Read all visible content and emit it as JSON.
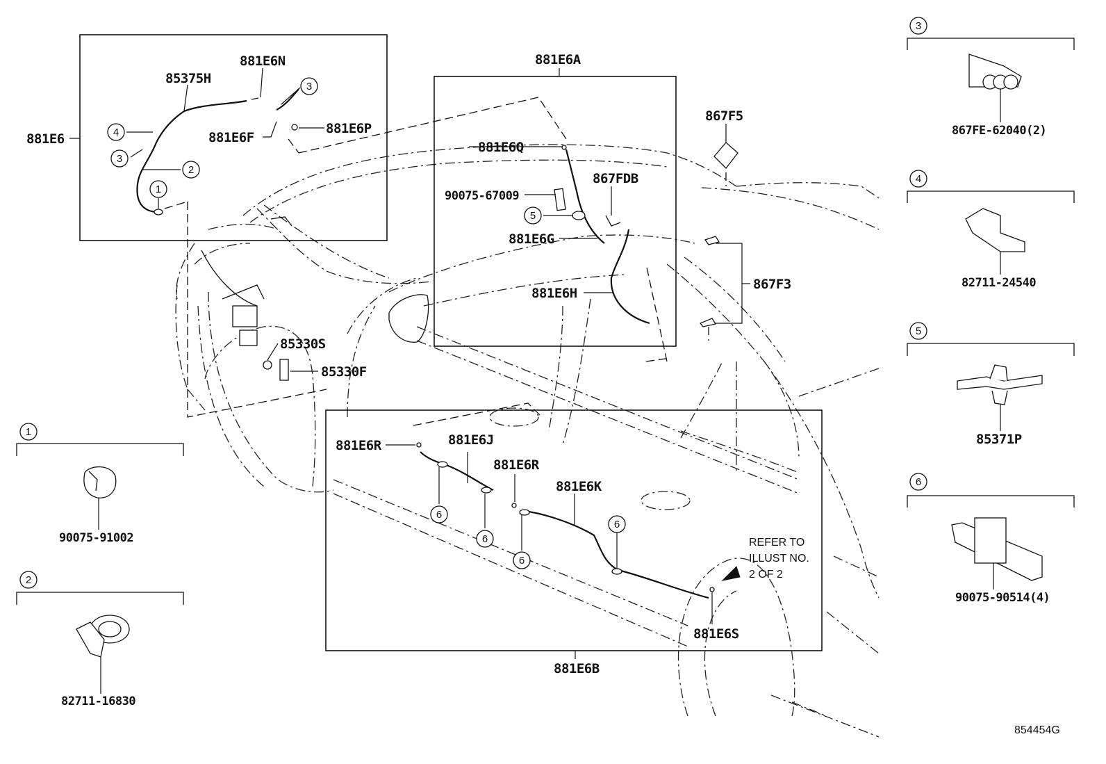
{
  "diagram_code": "854454G",
  "main_box_callouts": {
    "c881E6": "881E6",
    "c85375H": "85375H",
    "c881E6N": "881E6N",
    "c881E6F": "881E6F",
    "c881E6P": "881E6P",
    "c881E6A": "881E6A",
    "c881E6Q": "881E6Q",
    "c90075_67009": "90075-67009",
    "c867FDB": "867FDB",
    "c881E6G": "881E6G",
    "c881E6H": "881E6H",
    "c867F5": "867F5",
    "c867F3": "867F3",
    "c85330S": "85330S",
    "c85330F": "85330F",
    "c881E6R_a": "881E6R",
    "c881E6J": "881E6J",
    "c881E6R_b": "881E6R",
    "c881E6K": "881E6K",
    "c881E6S": "881E6S",
    "c881E6B": "881E6B"
  },
  "circle_refs": {
    "n1": "1",
    "n2": "2",
    "n3": "3",
    "n4": "4",
    "n5": "5",
    "n6": "6"
  },
  "note": {
    "line1": "REFER TO",
    "line2": "ILLUST NO.",
    "line3": "2 OF 2"
  },
  "detail_parts": [
    {
      "ref": "1",
      "part_no": "90075-91002"
    },
    {
      "ref": "2",
      "part_no": "82711-16830"
    },
    {
      "ref": "3",
      "part_no": "867FE-62040(2)"
    },
    {
      "ref": "4",
      "part_no": "82711-24540"
    },
    {
      "ref": "5",
      "part_no": "85371P"
    },
    {
      "ref": "6",
      "part_no": "90075-90514(4)"
    }
  ]
}
